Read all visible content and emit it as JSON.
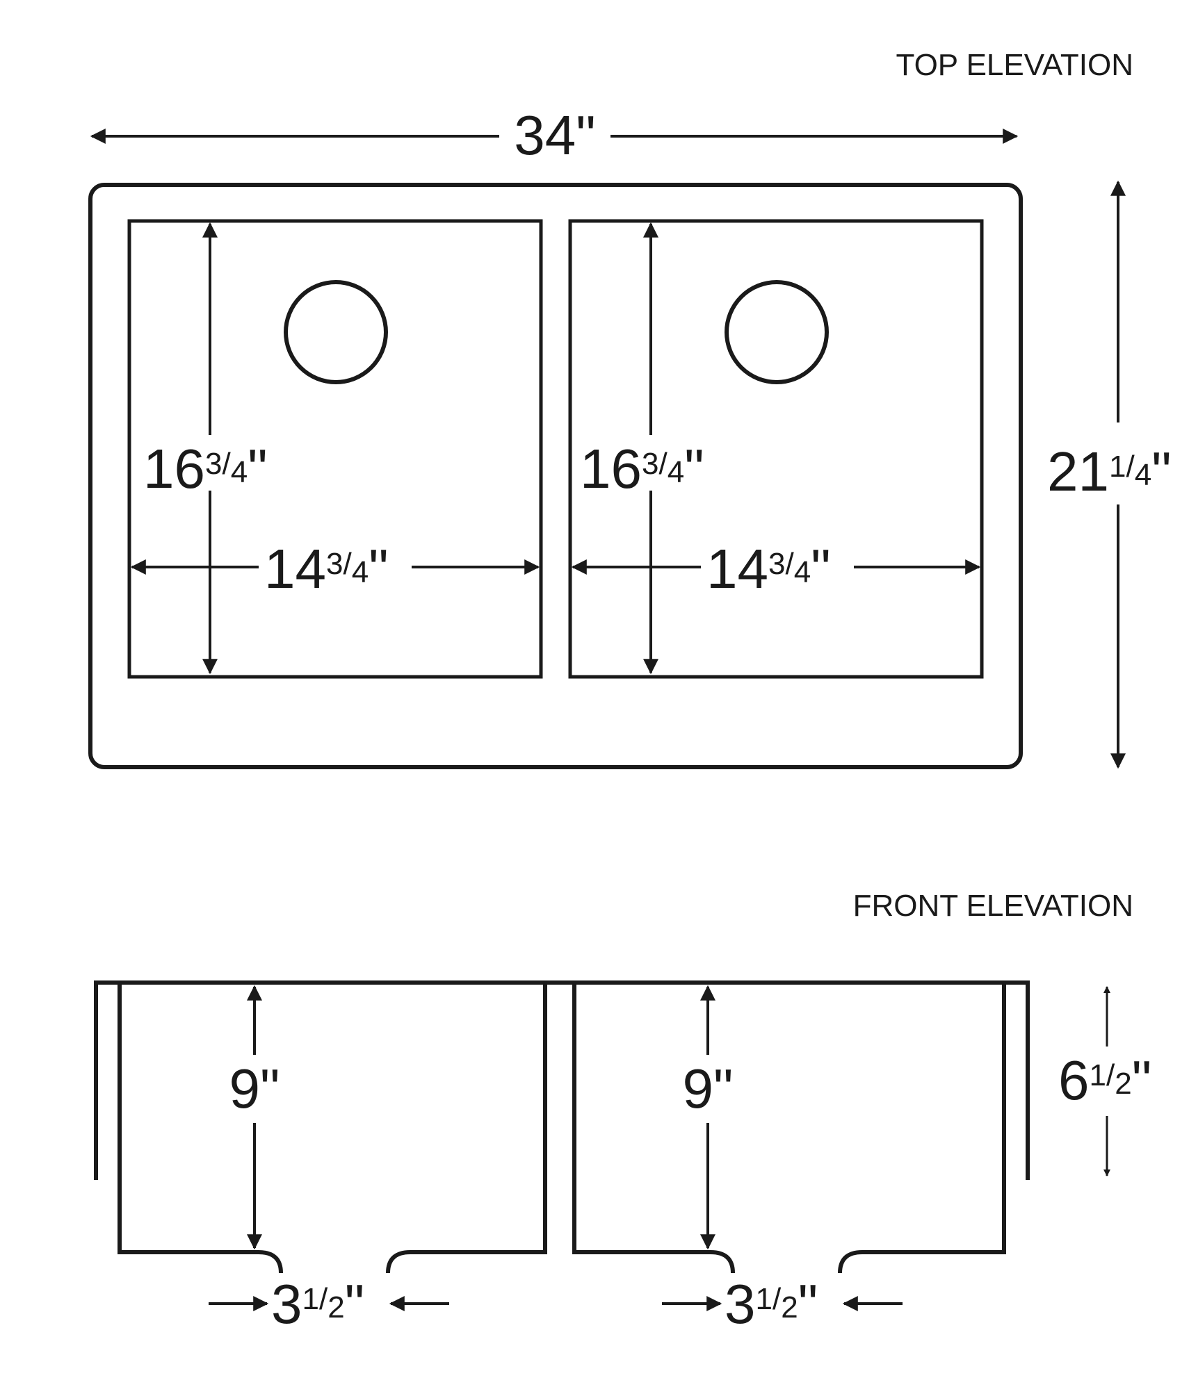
{
  "top_elevation": {
    "title": "TOP ELEVATION",
    "overall_width": {
      "whole": "34",
      "unit": "\""
    },
    "overall_depth": {
      "whole": "21",
      "num": "1",
      "den": "4",
      "unit": "\""
    },
    "left_bowl": {
      "depth": {
        "whole": "16",
        "num": "3",
        "den": "4",
        "unit": "\""
      },
      "width": {
        "whole": "14",
        "num": "3",
        "den": "4",
        "unit": "\""
      }
    },
    "right_bowl": {
      "depth": {
        "whole": "16",
        "num": "3",
        "den": "4",
        "unit": "\""
      },
      "width": {
        "whole": "14",
        "num": "3",
        "den": "4",
        "unit": "\""
      }
    }
  },
  "front_elevation": {
    "title": "FRONT ELEVATION",
    "apron_height": {
      "whole": "6",
      "num": "1",
      "den": "2",
      "unit": "\""
    },
    "left_bowl": {
      "depth": {
        "whole": "9",
        "unit": "\""
      },
      "drain_offset": {
        "whole": "3",
        "num": "1",
        "den": "2",
        "unit": "\""
      }
    },
    "right_bowl": {
      "depth": {
        "whole": "9",
        "unit": "\""
      },
      "drain_offset": {
        "whole": "3",
        "num": "1",
        "den": "2",
        "unit": "\""
      }
    }
  }
}
